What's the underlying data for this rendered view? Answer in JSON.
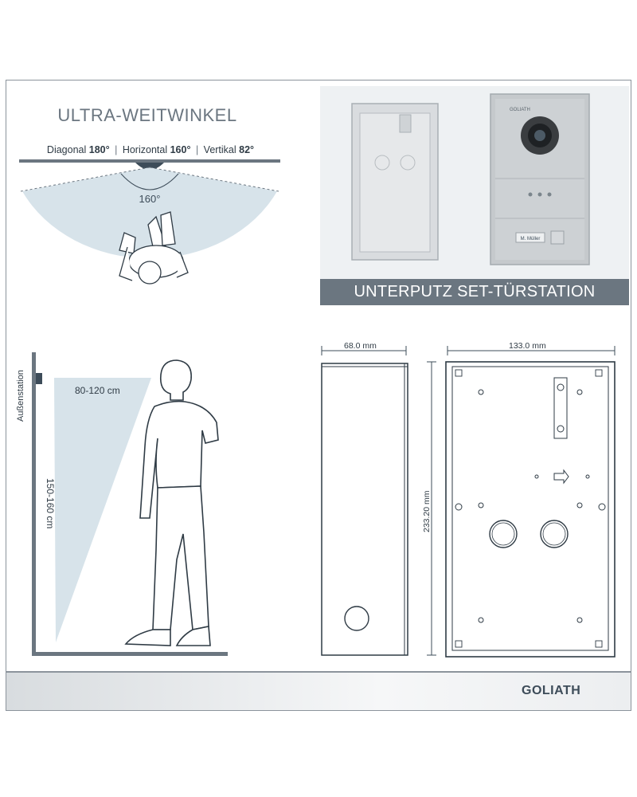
{
  "top_left": {
    "title": "ULTRA-WEITWINKEL",
    "specs": [
      {
        "label": "Diagonal",
        "value": "180°"
      },
      {
        "label": "Horizontal",
        "value": "160°"
      },
      {
        "label": "Vertikal",
        "value": "82°"
      }
    ],
    "angle_label": "160°"
  },
  "top_right": {
    "banner": "UNTERPUTZ SET-TÜRSTATION",
    "nameplate": "M. Müller"
  },
  "bottom_left": {
    "wall_label": "Außenstation",
    "horizontal_distance": "80-120 cm",
    "vertical_height": "150-160 cm"
  },
  "bottom_right": {
    "depth": "68.0 mm",
    "width": "133.0 mm",
    "height": "233.20 mm"
  },
  "footer": {
    "logo": "GOLIATH"
  },
  "colors": {
    "accent": "#6b7680",
    "field_of_view": "#d7e3ea",
    "text": "#3d4c59"
  }
}
